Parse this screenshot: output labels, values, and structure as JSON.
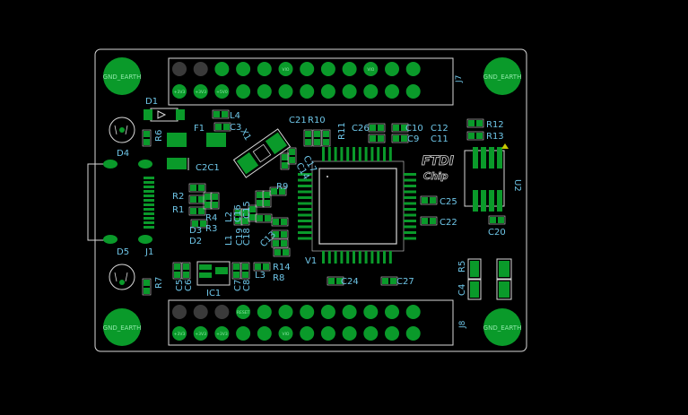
{
  "colors": {
    "background": "#000000",
    "outline": "#d8d8d8",
    "copper": "#0a9a2a",
    "silkscreen": "#6ec6e8",
    "padLabel": "#8ee8a8"
  },
  "mounting_holes": [
    {
      "label": "GND_EARTH"
    },
    {
      "label": "GND_EARTH"
    },
    {
      "label": "GND_EARTH"
    },
    {
      "label": "GND_EARTH"
    }
  ],
  "headers": {
    "J7": {
      "designator": "J7",
      "top_labels": [
        "",
        "",
        "",
        "",
        "",
        "VIO",
        "",
        "",
        "",
        "VIO",
        "",
        ""
      ],
      "bottom_labels": [
        "+3V3",
        "+3V3",
        "+5V0",
        "",
        "",
        "",
        "",
        "",
        "",
        "",
        "",
        ""
      ]
    },
    "J8": {
      "designator": "J8",
      "top_labels": [
        "",
        "",
        "",
        "RESET",
        "",
        "",
        "",
        "",
        "",
        "",
        "",
        ""
      ],
      "bottom_labels": [
        "+3V3",
        "+3V3",
        "+3V3",
        "",
        "",
        "VIO",
        "",
        "",
        "",
        "",
        "",
        ""
      ]
    }
  },
  "silkscreen_labels": {
    "D1": "D1",
    "R6": "R6",
    "L4": "L4",
    "C3": "C3",
    "F1": "F1",
    "X1": "X1",
    "C2C1": "C2C1",
    "D4": "D4",
    "C21": "C21",
    "R10": "R10",
    "R11": "R11",
    "C26": "C26",
    "C10": "C10",
    "C12": "C12",
    "C9": "C9",
    "C11": "C11",
    "R12": "R12",
    "R13": "R13",
    "C17": "C17",
    "C14": "C14",
    "U2": "U2",
    "R9": "R9",
    "R2": "R2",
    "R1": "R1",
    "R4": "R4",
    "R3": "R3",
    "D3": "D3",
    "D2": "D2",
    "L2": "L2",
    "C16": "C16",
    "C15": "C15",
    "C18": "C18",
    "C19": "C19",
    "L1": "L1",
    "C13": "C13",
    "C25": "C25",
    "C22": "C22",
    "C20": "C20",
    "D5": "D5",
    "J1": "J1",
    "V1": "V1",
    "R5": "R5",
    "C4": "C4",
    "R14": "R14",
    "R8": "R8",
    "L3": "L3",
    "C5": "C5",
    "C6": "C6",
    "C7": "C7",
    "C8": "C8",
    "IC1": "IC1",
    "R7": "R7",
    "C24": "C24",
    "C27": "C27"
  },
  "logo": {
    "line1": "FTDI",
    "line2": "Chip"
  }
}
